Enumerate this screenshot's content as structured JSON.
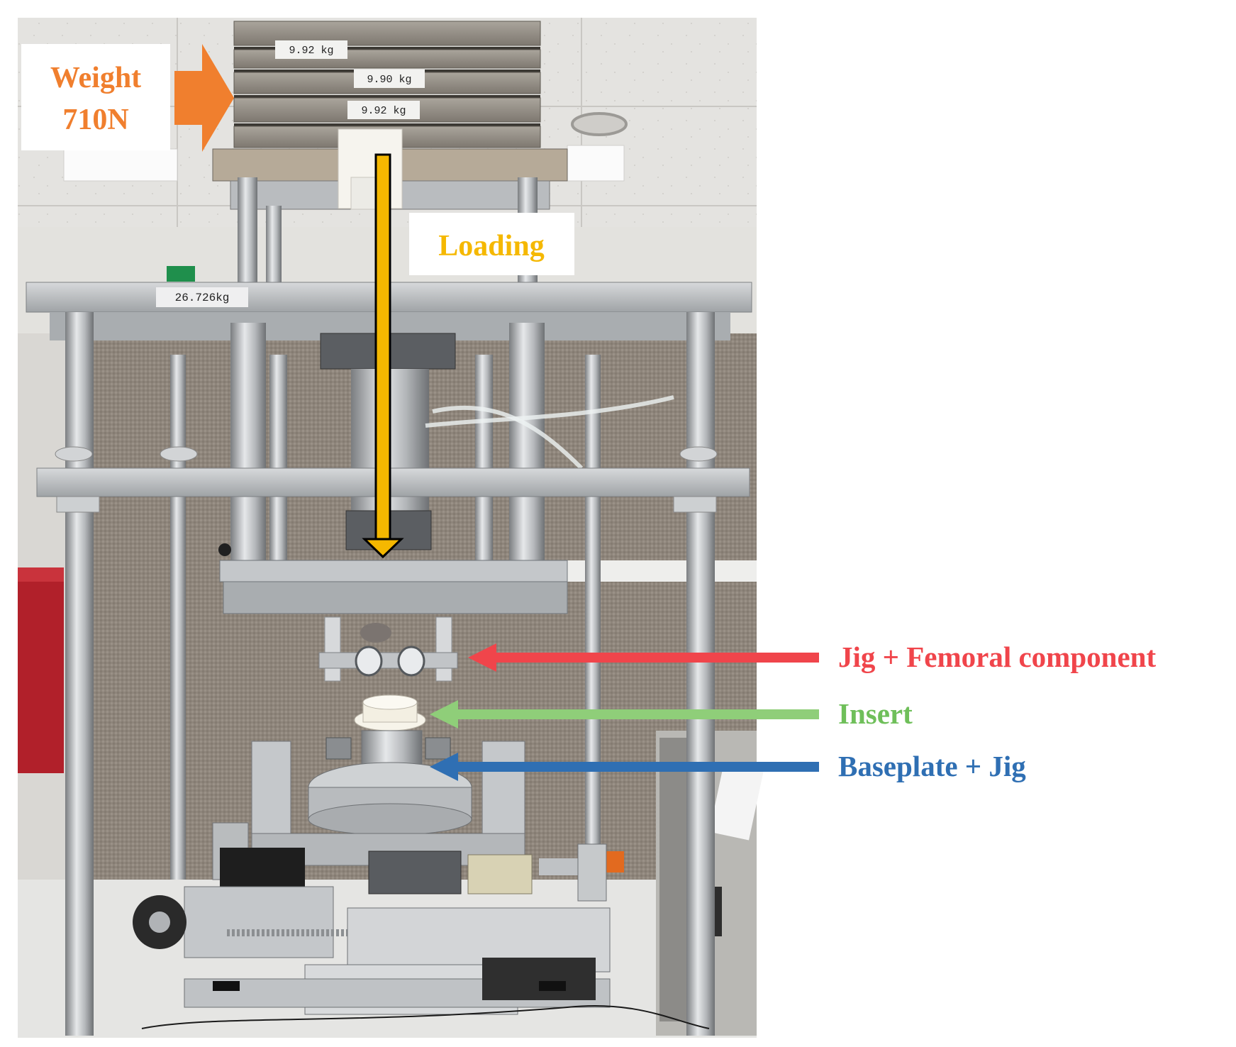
{
  "photo": {
    "weight_tags": [
      "9.92 kg",
      "9.90 kg",
      "9.92 kg"
    ],
    "plate_tag": "26.726kg"
  },
  "annotations": {
    "weight": {
      "line1": "Weight",
      "line2": "710N",
      "color": "#f07f2e"
    },
    "loading": {
      "label": "Loading",
      "color": "#f5b800"
    },
    "femoral": {
      "label": "Jig + Femoral component",
      "color": "#f0454b"
    },
    "insert": {
      "label": "Insert",
      "color": "#6fbf5a"
    },
    "baseplate": {
      "label": "Baseplate + Jig",
      "color": "#2f6fb3"
    }
  }
}
